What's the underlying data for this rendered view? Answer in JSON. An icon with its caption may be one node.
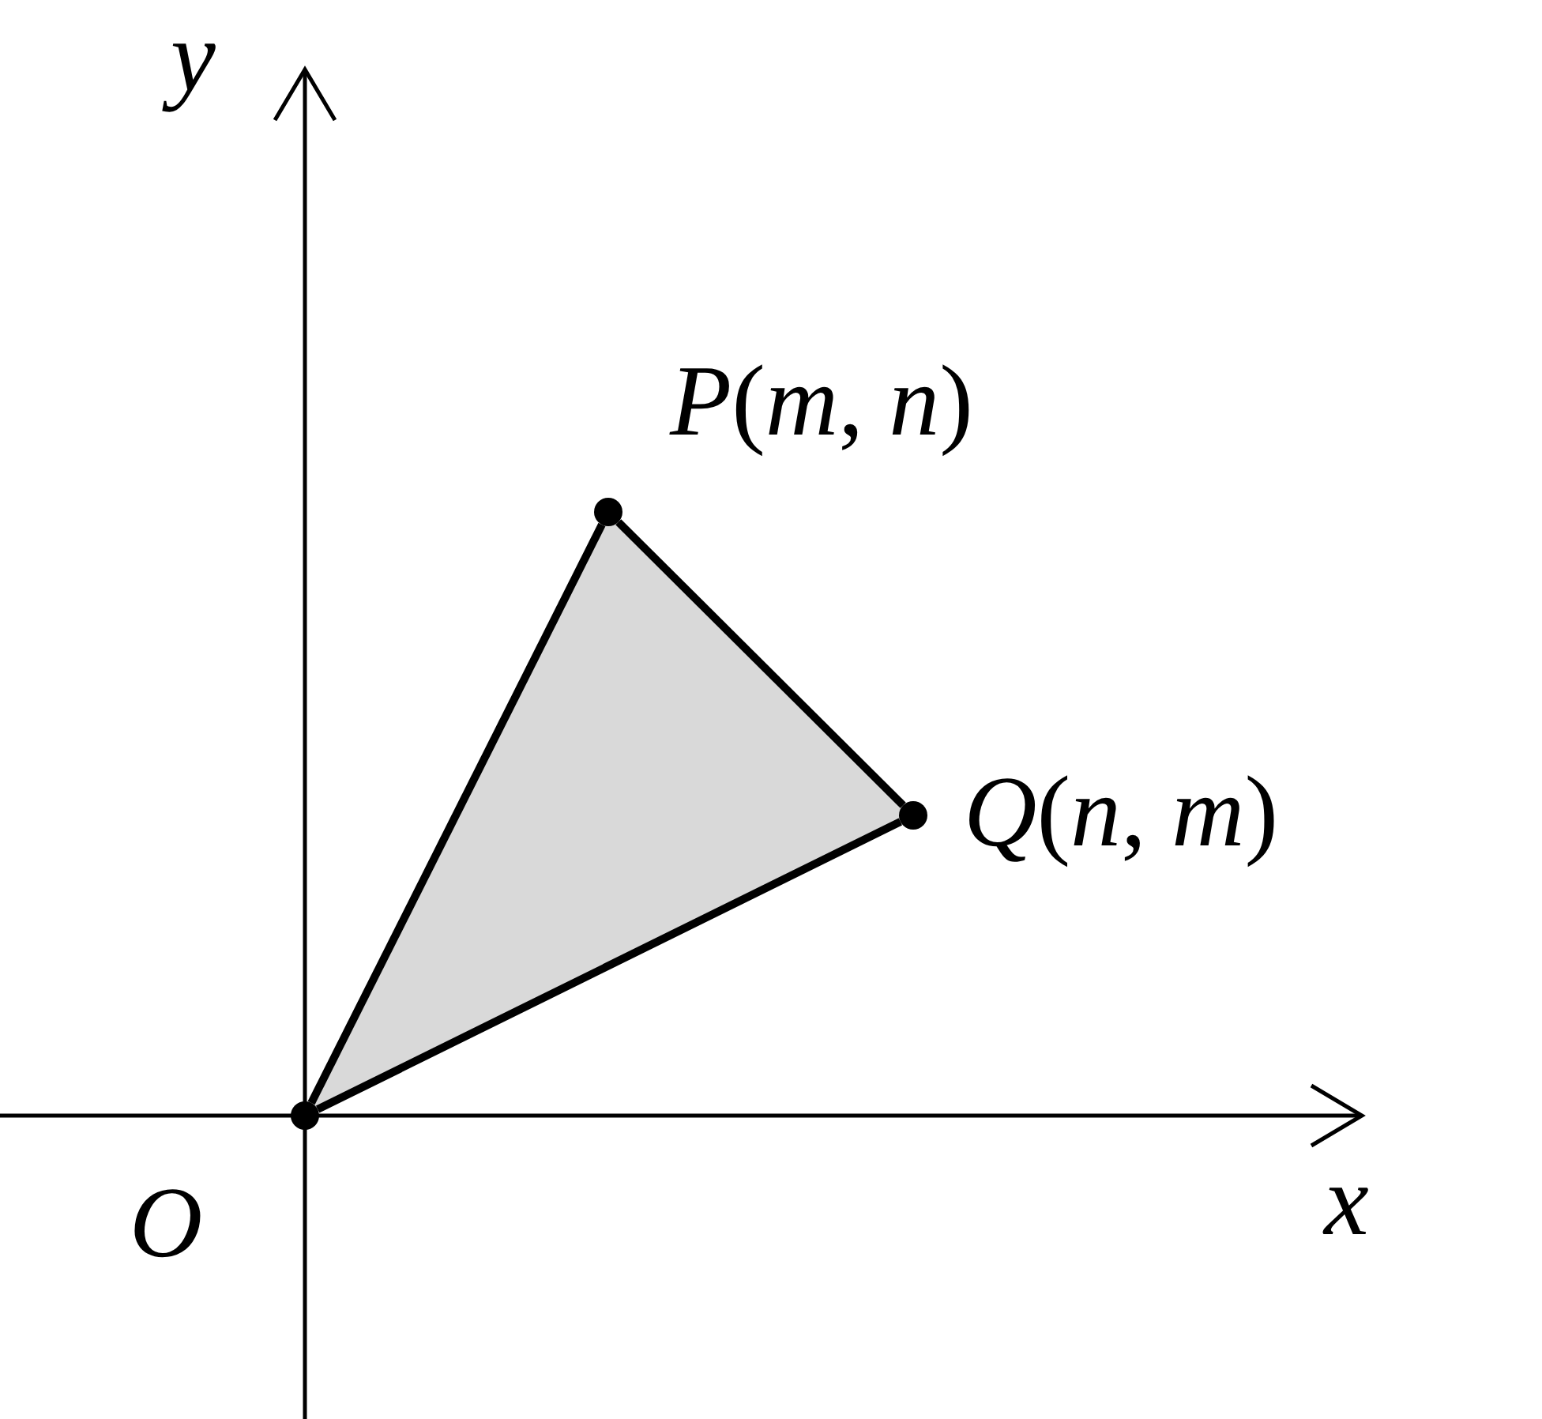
{
  "diagram": {
    "nodes": [
      {
        "text": [],
        "shape": "circle",
        "beside": [
          "*O*"
        ]
      },
      {
        "text": [],
        "shape": "circle",
        "beside": [
          "*P*(*m*, *n*)"
        ]
      },
      {
        "text": [],
        "shape": "circle",
        "beside": [
          "*Q*(*n*, *m*)"
        ]
      }
    ],
    "edges": [
      {
        "from": 0,
        "to": 1,
        "arrow": "none"
      },
      {
        "from": 1,
        "to": 2,
        "arrow": "none"
      },
      {
        "from": 2,
        "to": 0,
        "arrow": "none"
      }
    ],
    "labels": [
      "y",
      "x"
    ]
  }
}
